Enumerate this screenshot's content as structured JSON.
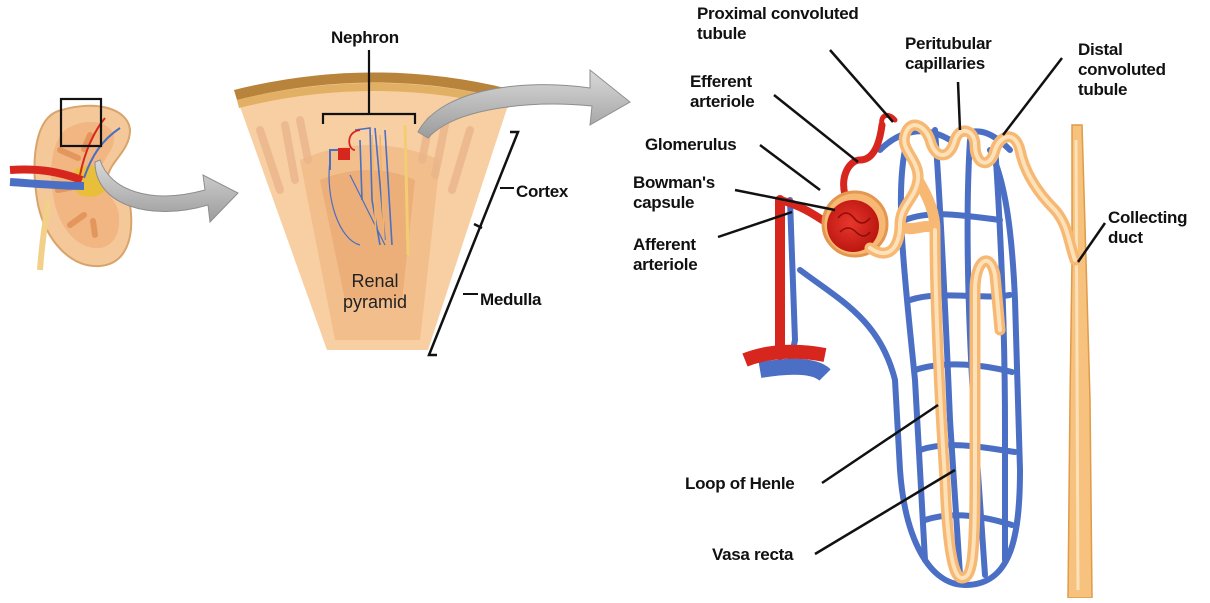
{
  "labels": {
    "nephron": "Nephron",
    "cortex": "Cortex",
    "medulla": "Medulla",
    "renal_pyramid_line1": "Renal",
    "renal_pyramid_line2": "pyramid",
    "proximal_line1": "Proximal convoluted",
    "proximal_line2": "tubule",
    "efferent_line1": "Efferent",
    "efferent_line2": "arteriole",
    "peritubular_line1": "Peritubular",
    "peritubular_line2": "capillaries",
    "distal_line1": "Distal",
    "distal_line2": "convoluted",
    "distal_line3": "tubule",
    "glomerulus": "Glomerulus",
    "bowmans_line1": "Bowman's",
    "bowmans_line2": "capsule",
    "afferent_line1": "Afferent",
    "afferent_line2": "arteriole",
    "collecting_line1": "Collecting",
    "collecting_line2": "duct",
    "loop_of_henle": "Loop of Henle",
    "vasa_recta": "Vasa recta"
  },
  "colors": {
    "artery_red": "#d7261e",
    "vein_blue": "#4a6fc4",
    "tubule_orange": "#f6b873",
    "tubule_pale": "#fde1b8",
    "tissue_peach": "#f8cfa3",
    "tissue_dark": "#eeb37f",
    "capsule_brown": "#b8833b",
    "arrow_gray": "#b5b5b5"
  }
}
